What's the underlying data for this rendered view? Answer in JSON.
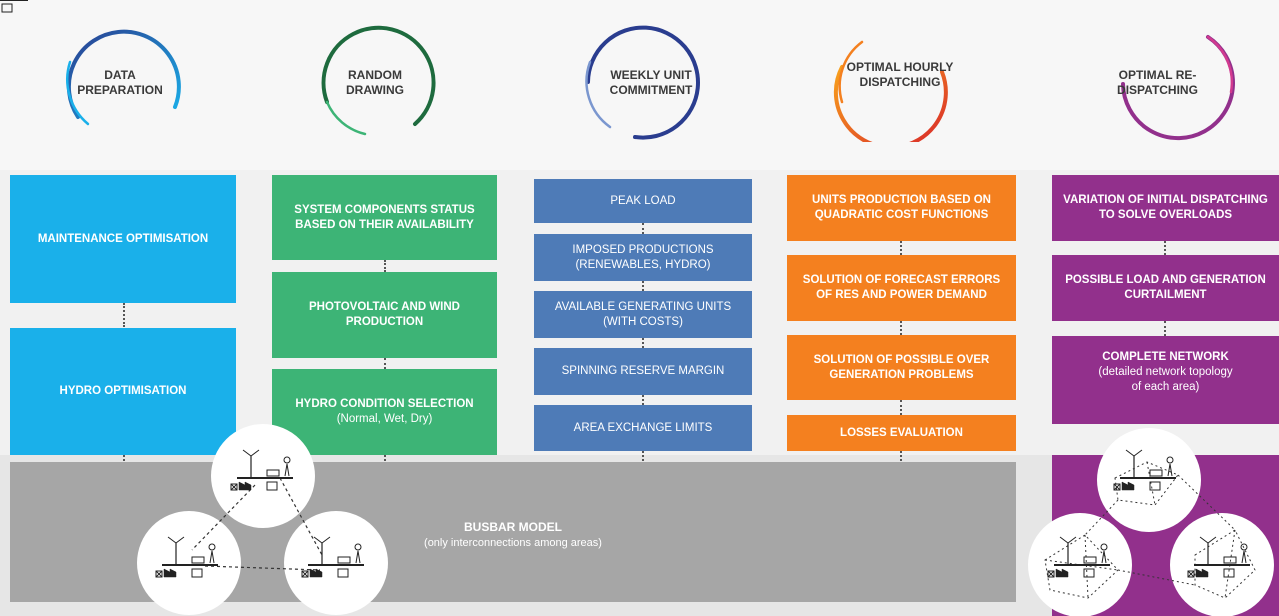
{
  "stages": [
    {
      "title": "DATA PREPARATION",
      "boxes": [
        "MAINTENANCE OPTIMISATION",
        "HYDRO OPTIMISATION"
      ]
    },
    {
      "title": "RANDOM DRAWING",
      "boxes": [
        "SYSTEM COMPONENTS STATUS BASED ON THEIR AVAILABILITY",
        "PHOTOVOLTAIC AND WIND PRODUCTION",
        "HYDRO CONDITION SELECTION"
      ],
      "box3_sub": "(Normal, Wet, Dry)"
    },
    {
      "title": "WEEKLY UNIT COMMITMENT",
      "boxes": [
        "PEAK LOAD",
        "IMPOSED PRODUCTIONS (RENEWABLES, HYDRO)",
        "AVAILABLE GENERATING UNITS (WITH COSTS)",
        "SPINNING RESERVE MARGIN",
        "AREA EXCHANGE LIMITS"
      ]
    },
    {
      "title": "OPTIMAL HOURLY DISPATCHING",
      "boxes": [
        "UNITS PRODUCTION BASED ON QUADRATIC COST FUNCTIONS",
        "SOLUTION OF FORECAST ERRORS OF RES AND POWER DEMAND",
        "SOLUTION OF POSSIBLE OVER GENERATION PROBLEMS",
        "LOSSES EVALUATION"
      ]
    },
    {
      "title": "OPTIMAL RE-DISPATCHING",
      "boxes": [
        "VARIATION OF INITIAL DISPATCHING TO SOLVE OVERLOADS",
        "POSSIBLE LOAD AND GENERATION CURTAILMENT",
        "COMPLETE NETWORK"
      ],
      "box3_sub": "(detailed network topology of each area)"
    }
  ],
  "busbar": {
    "title": "BUSBAR MODEL",
    "subtitle": "(only interconnections among areas)"
  },
  "colors": {
    "data_preparation": "#1ab0ea",
    "random_drawing": "#3db476",
    "unit_commitment": "#4e7bb7",
    "hourly_dispatching": "#f4801f",
    "re_dispatching": "#92308c",
    "busbar": "#a6a6a6"
  },
  "icons": [
    "wind-turbine-icon",
    "solar-panel-icon",
    "factory-icon",
    "substation-icon",
    "hydro-dam-icon"
  ]
}
